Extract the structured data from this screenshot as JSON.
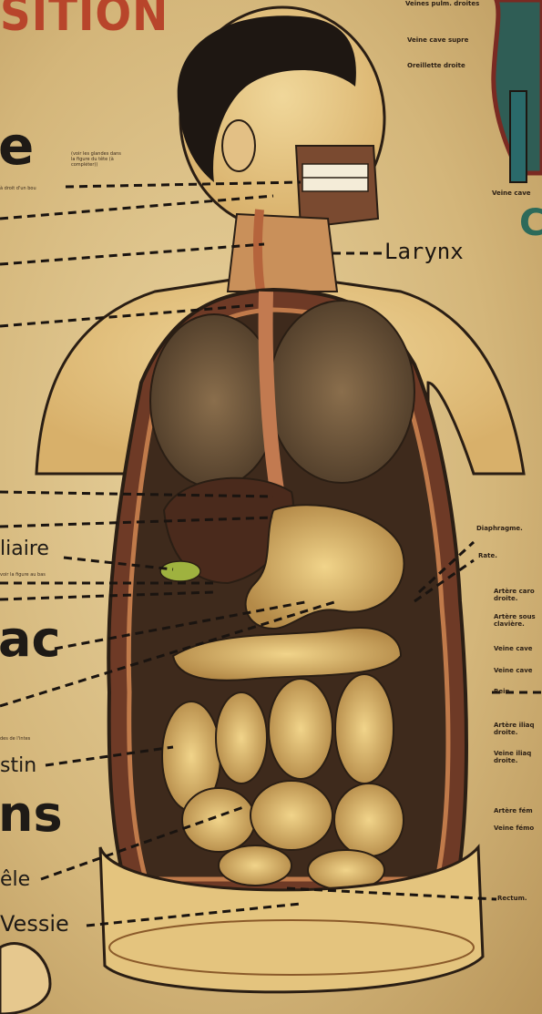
{
  "title_fragment": "SITION",
  "big_labels": {
    "e": "e",
    "larynx": "Larynx",
    "biliaire": "liaire",
    "ac": "ac",
    "stin": "stin",
    "ns": "ns",
    "ele": "êle",
    "vessie": "Vessie"
  },
  "right_letter": "C",
  "small_labels": {
    "veines_pulm": "Veines pulm. droites",
    "veine_cave_sup": "Veine cave supre",
    "oreillette": "Oreillette droite",
    "veine_cave_bottom": "Veine cave",
    "diaphragme": "Diaphragme.",
    "rate": "Rate.",
    "artere_car": "Artère caro droite.",
    "artere_sous": "Artère sous clavière.",
    "veine_cave1": "Veine cave",
    "veine_cave2": "Veine cave",
    "rein": "Rein.",
    "artere_iliaq": "Artère iliaq droite.",
    "veine_iliaq": "Veine iliaq droite.",
    "artere_fem": "Artère fém",
    "veine_fem": "Veine fémo",
    "rectum": "Rectum."
  },
  "tiny_notes": {
    "note1": "(voir les glandes dans la figure du tête (à compléter))",
    "note2": "à droit d'un bou",
    "note3": "voir la figure au bas",
    "note4": "des de l'intes"
  },
  "colors": {
    "paper": "#d9c08a",
    "title_red": "#b8452b",
    "teal": "#2d6a5a",
    "ink": "#1c1612",
    "muscle": "#b5643c"
  }
}
